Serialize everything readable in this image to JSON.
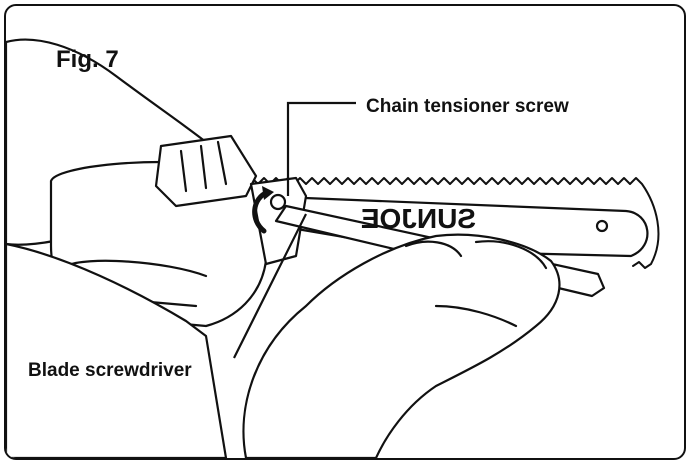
{
  "figure": {
    "label": "Fig. 7",
    "callouts": {
      "chain_tensioner_screw": "Chain tensioner screw",
      "blade_screwdriver": "Blade screwdriver"
    },
    "bar_brand": "SUNJOE",
    "colors": {
      "ink": "#111111",
      "background": "#ffffff"
    }
  }
}
